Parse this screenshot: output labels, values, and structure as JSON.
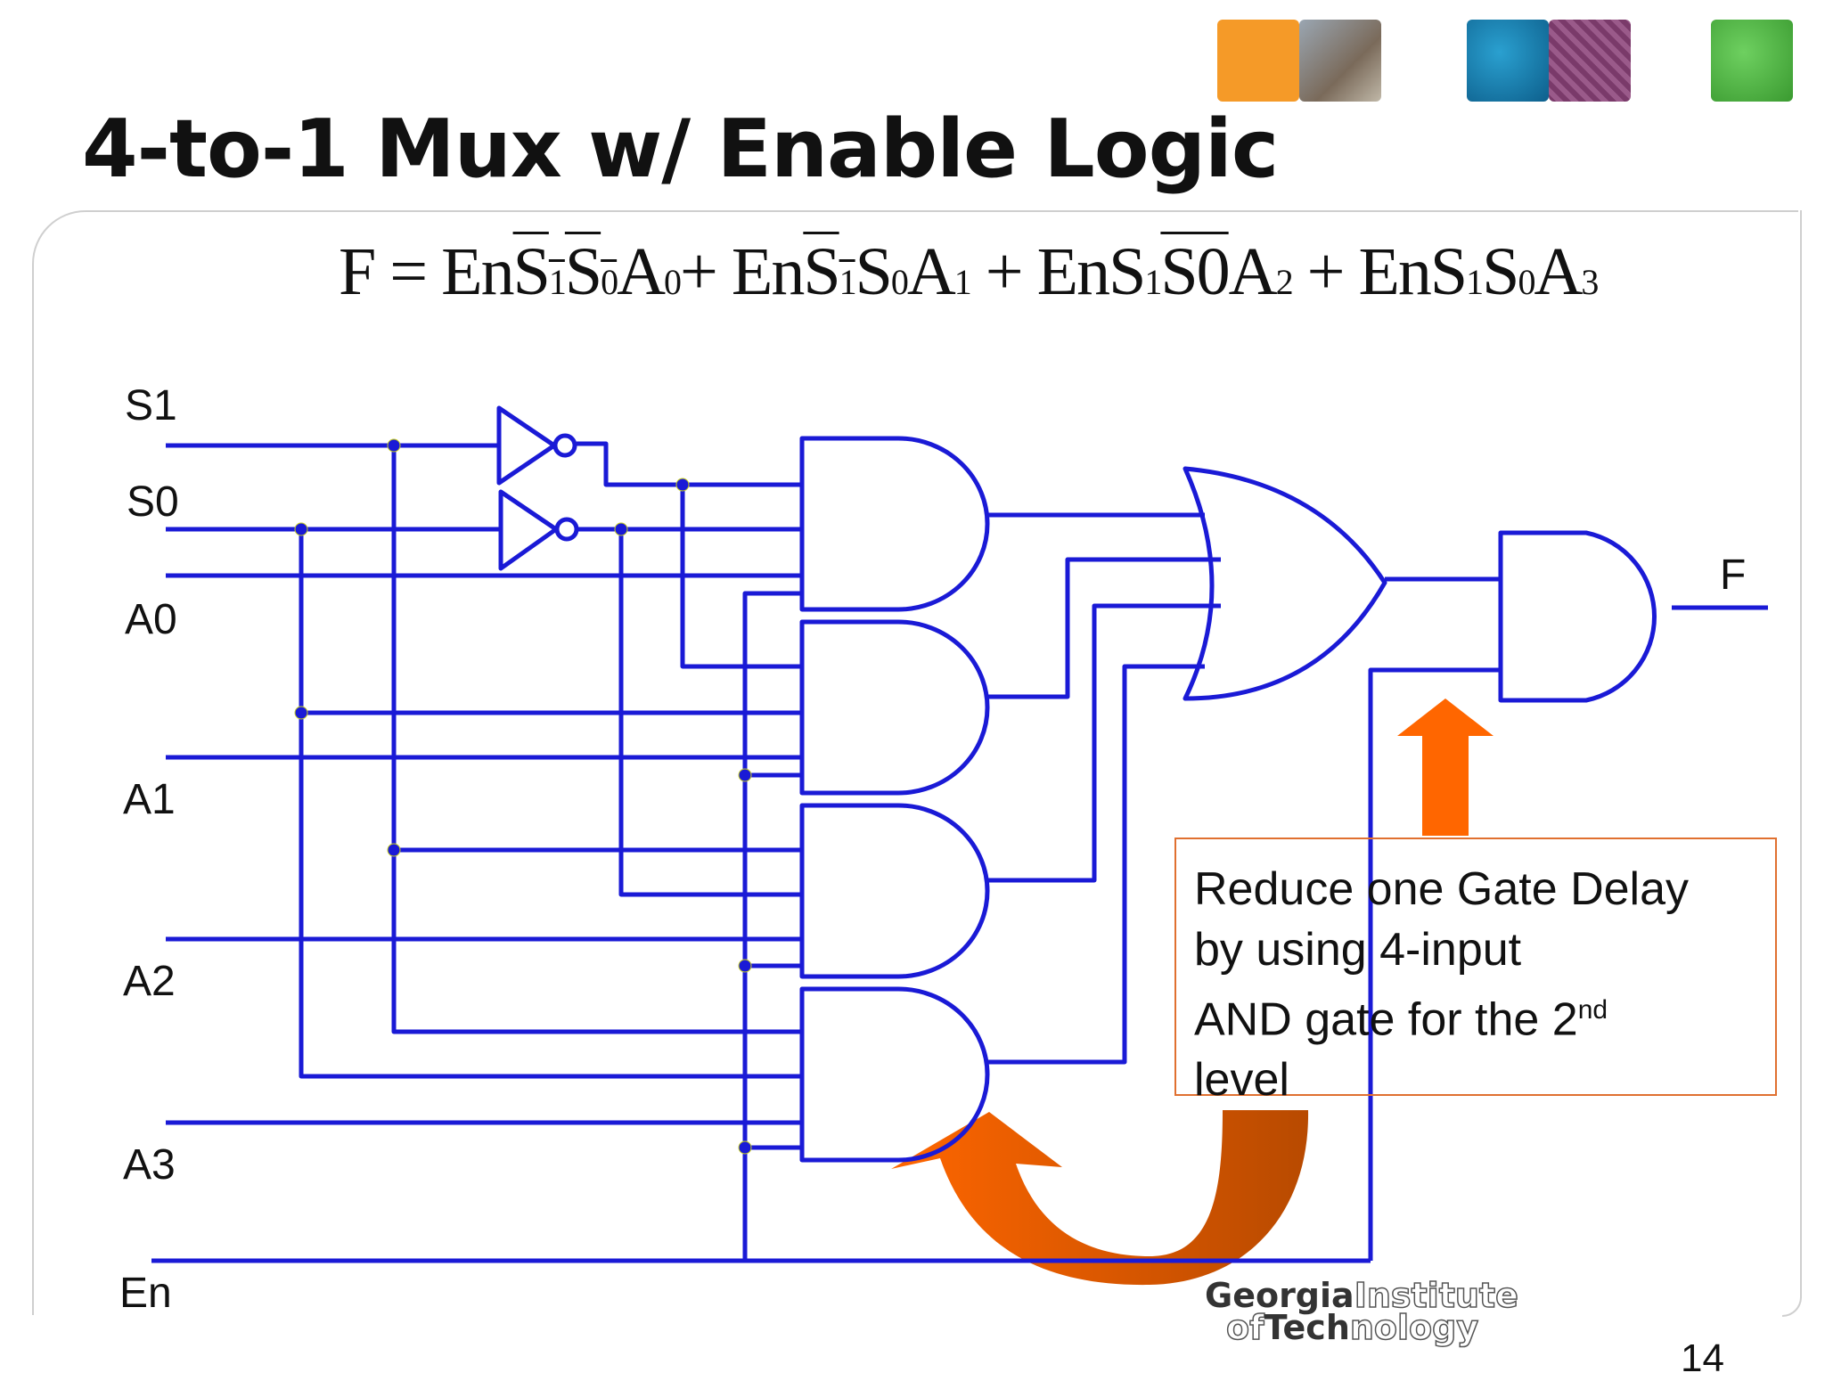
{
  "slide": {
    "title": "4-to-1 Mux w/ Enable Logic",
    "page_number": "14"
  },
  "formula": {
    "lhs": "F =",
    "terms": [
      {
        "en": "En",
        "s1": "S",
        "s1_sub": "1",
        "s0": "S",
        "s0_sub": "0",
        "a": "A",
        "a_sub": "0",
        "plus": "+"
      },
      {
        "en": "En",
        "s1": "S",
        "s1_sub": "1",
        "s0": "S",
        "s0_sub": "0",
        "a": "A",
        "a_sub": "1",
        "plus": "+"
      },
      {
        "en": "En",
        "s1": "S",
        "s1_sub": "1",
        "s0": "S0",
        "s0_sub": "",
        "a": "A",
        "a_sub": "2",
        "plus": "+"
      },
      {
        "en": "En",
        "s1": "S",
        "s1_sub": "1",
        "s0": "S",
        "s0_sub": "0",
        "a": "A",
        "a_sub": "3",
        "plus": ""
      }
    ]
  },
  "signals": {
    "s1": "S1",
    "s0": "S0",
    "a0": "A0",
    "a1": "A1",
    "a2": "A2",
    "a3": "A3",
    "en": "En",
    "out": "F"
  },
  "note": {
    "line1": "Reduce one Gate Delay",
    "line2": "by using 4-input",
    "line3_pre": "AND gate for the 2",
    "line3_sup": "nd",
    "line4": "level"
  },
  "logo": {
    "word1": "Georgia",
    "word2": "Institute",
    "word3": "of",
    "word4": "Tech",
    "word5": "nology"
  },
  "colors": {
    "wire": "#1a1ad6",
    "arrow": "#ff6600",
    "arrow_dark": "#b34700",
    "tile_orange": "#f7a030",
    "tile_blue": "#1a8ac0",
    "tile_green": "#5cc050"
  }
}
